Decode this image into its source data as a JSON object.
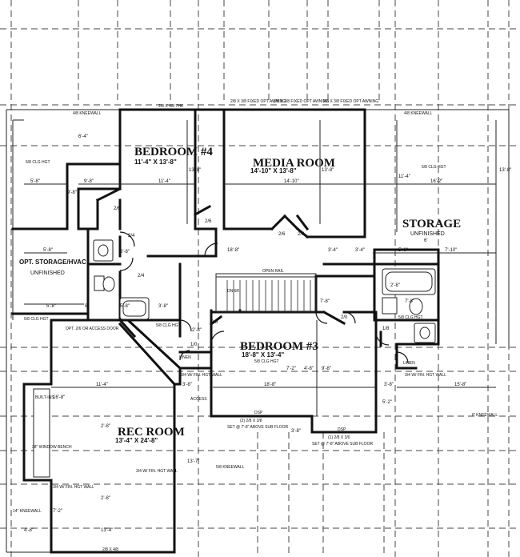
{
  "rooms": {
    "bedroom4": {
      "name": "BEDROOM #4",
      "size": "11'-4\" X 13'-8\""
    },
    "media": {
      "name": "MEDIA ROOM",
      "size": "14'-10\" X 13'-8\""
    },
    "storage": {
      "name": "STORAGE",
      "note": "UNFINISHED"
    },
    "opt_storage": {
      "name": "OPT. STORAGE/HVAC",
      "note": "UNFINISHED"
    },
    "bedroom3": {
      "name": "BEDROOM #3",
      "size": "18'-8\" X 13'-4\"",
      "note": "5/8 CLG HGT"
    },
    "rec": {
      "name": "REC ROOM",
      "size": "13'-4\" X 24'-8\""
    }
  },
  "labels": {
    "open_rail": "OPEN RAIL",
    "dn": "DN 6R",
    "linen1": "LINEN",
    "linen2": "LINEN",
    "access_door": "OPT. 2/6 OR ACCESS DOOR",
    "access": "ACCESS",
    "kneewall_top": "4/8 KNEEWALL",
    "kneewall_top2": "4/8 KNEEWALL",
    "kneewall_right": "8' KNEEWALL",
    "kneewall_mid": "5/8 KNEEWALL",
    "kneewall_left": "14\" KNEEWALL",
    "window1": "2/8 X 3/8 FIXED OPT AWNING",
    "window2": "3/8 X 3/8 FIXED OPT AWNING",
    "window3": "2/8 X 3/8 FIXED OPT AWNING",
    "thk": "2/8 X 4/8 THK",
    "bottom_win": "2/8 X 4/8",
    "clg1": "5/8 CLG HGT",
    "clg2": "5/8 CLG HGT",
    "clg3": "5/8 CLG HGT",
    "clg4": "5/8 CLG HGT",
    "clg5": "5/8 CLG HGT",
    "dsp1": "DSP",
    "dsp2": "DSP",
    "dsp1_win": "(2) 2/8 X 3/8",
    "dsp1_set": "SET @ 7'-8\" ABOVE SUB FLOOR",
    "dsp2_win": "(1) 2/8 X 3/0",
    "dsp2_set": "SET @ 7'-8\" ABOVE SUB FLOOR",
    "built_ins": "BUILT-INS",
    "window_bench": "38\" WINDOW BENCH",
    "ht_wall1": "3/4 W/ FIN. HGT WALL",
    "ht_wall2": "3/4 W/ FIN. HGT WALL",
    "ht_wall3": "3/4 W/ FIN. HGT WALL",
    "ht_wall4": "3/4 W/ FIN. HGT WALL"
  },
  "dimensions": {
    "d1": "5'-8\"",
    "d2": "9'-8\"",
    "d3": "11'-4\"",
    "d4": "14'-10\"",
    "d5": "13'-8\"",
    "d6": "13'-8\"",
    "d7": "11'-4\"",
    "d8": "16'-2\"",
    "d9": "13'-8\"",
    "d10": "6'-4\"",
    "d11": "9'-8\"",
    "d12": "5'-8\"",
    "d13": "6'-8\"",
    "d14": "18'-8\"",
    "d15": "3'-4\"",
    "d16": "3'-4\"",
    "d17": "5'-8\"",
    "d18": "7'-10\"",
    "d19": "5'-8\"",
    "d20": "8'",
    "d21": "5'-8\"",
    "d22": "3'-8\"",
    "d23": "7'-8\"",
    "d24": "7'-8\"",
    "d25": "6'",
    "d26": "11'-4\"",
    "d27": "18'-8\"",
    "d28": "15'-8\"",
    "d29": "5'-2\"",
    "d30": "3'-8\"",
    "d31": "3'-8\"",
    "d32": "16'-8\"",
    "d33": "3'-8\"",
    "d34": "13'-4\"",
    "d35": "4'-8\"",
    "d36": "4'-8\"",
    "d37": "9'-8\"",
    "d38": "13'-7\"",
    "d39": "7'-2\"",
    "d40": "7'-2\"",
    "d41": "2'-8\"",
    "d42": "2'-8\"",
    "d43": "2'-8\"",
    "d44": "2'-8\"",
    "door_26a": "2/6",
    "door_26b": "2/6",
    "door_26c": "2/6",
    "door_26d": "2/6",
    "door_24a": "2/4",
    "door_24b": "2/4",
    "door_20": "2/0",
    "door_28": "2/8",
    "door_18": "1/8",
    "door_10": "1/0"
  }
}
